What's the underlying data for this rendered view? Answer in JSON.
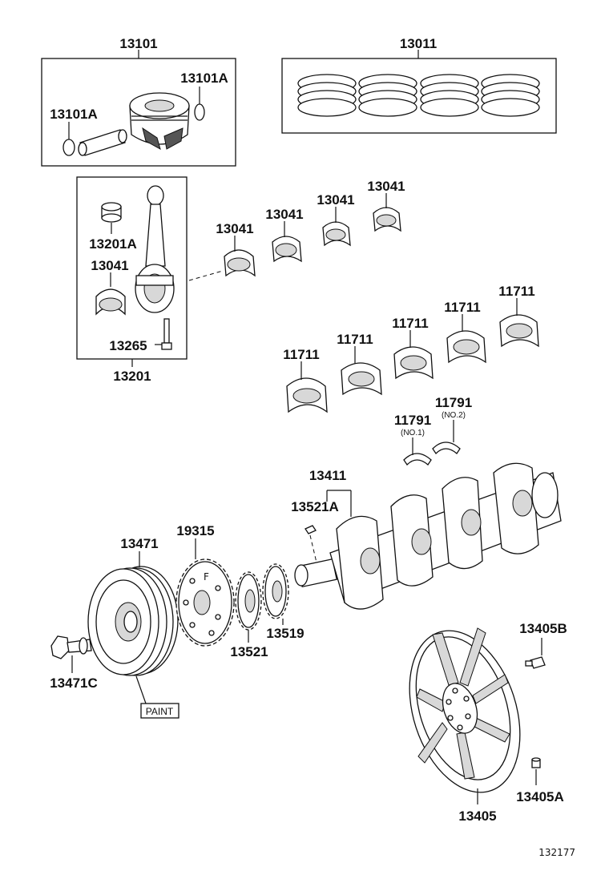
{
  "labels": {
    "p13101": "13101",
    "p13011": "13011",
    "p13101a_right": "13101A",
    "p13101a_left": "13101A",
    "p13201a": "13201A",
    "p13041_rod": "13041",
    "p13265": "13265",
    "p13201": "13201",
    "p13041_a": "13041",
    "p13041_b": "13041",
    "p13041_c": "13041",
    "p13041_d": "13041",
    "p11711_a": "11711",
    "p11711_b": "11711",
    "p11711_c": "11711",
    "p11711_d": "11711",
    "p11711_e": "11711",
    "p11791_no1": "11791",
    "no1": "(NO.1)",
    "p11791_no2": "11791",
    "no2": "(NO.2)",
    "p13411": "13411",
    "p13521a": "13521A",
    "p13471": "13471",
    "p19315": "19315",
    "p13521": "13521",
    "p13519": "13519",
    "p13471c": "13471C",
    "paint": "PAINT",
    "p13405b": "13405B",
    "p13405a": "13405A",
    "p13405": "13405",
    "ref_number": "132177",
    "sprocket_mark": "F"
  }
}
